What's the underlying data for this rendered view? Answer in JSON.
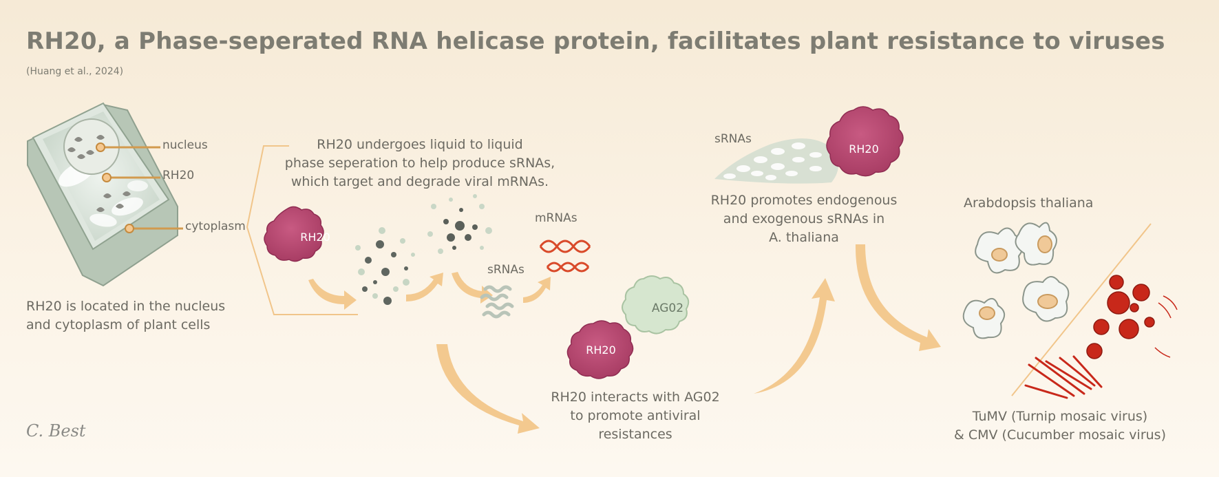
{
  "title": "RH20, a Phase-seperated RNA helicase protein, facilitates plant resistance to viruses",
  "citation": "(Huang et al., 2024)",
  "cell": {
    "label_nucleus": "nucleus",
    "label_rh20": "RH20",
    "label_cytoplasm": "cytoplasm",
    "caption_line1": "RH20 is located in the nucleus",
    "caption_line2": "and cytoplasm of plant cells"
  },
  "phase": {
    "caption_line1": "RH20 undergoes liquid to liquid",
    "caption_line2": "phase seperation to help produce sRNAs,",
    "caption_line3": "which target and degrade viral mRNAs.",
    "blob_label": "RH20",
    "srnas_label": "sRNAs",
    "mrnas_label": "mRNAs"
  },
  "ago": {
    "rh20_label": "RH20",
    "ago_label": "AG02",
    "caption_line1": "RH20 interacts with AG02",
    "caption_line2": "to promote antiviral",
    "caption_line3": "resistances"
  },
  "promote": {
    "srnas_label": "sRNAs",
    "rh20_label": "RH20",
    "caption_line1": "RH20 promotes endogenous",
    "caption_line2": "and exogenous sRNAs in",
    "caption_line3": "A. thaliana"
  },
  "plants": {
    "title": "Arabdopsis thaliana",
    "virus_line1": "TuMV (Turnip mosaic virus)",
    "virus_line2": "& CMV (Cucumber mosaic virus)"
  },
  "signature": "C. Best",
  "colors": {
    "rh20_blob": "#b5456f",
    "ago_blob": "#d6e6cf",
    "arrow": "#f3c98f",
    "virus": "#c8281a",
    "leader_line": "#f1c58a"
  }
}
